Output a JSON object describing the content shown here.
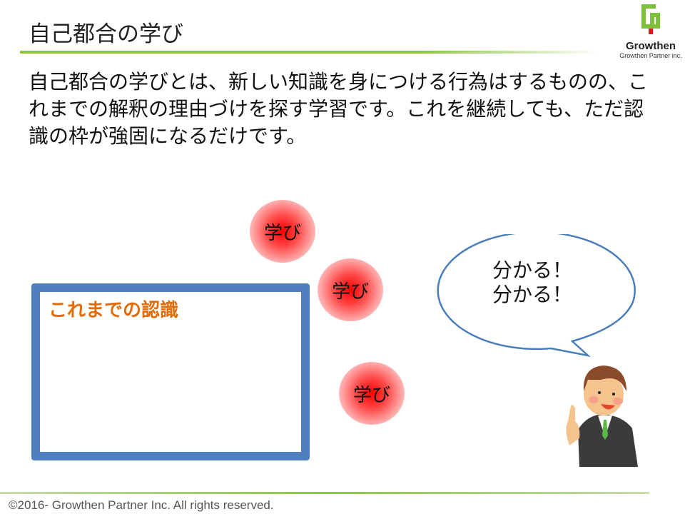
{
  "slide": {
    "title": "自己都合の学び",
    "body": "自己都合の学びとは、新しい知識を身につける行為はするものの、これまでの解釈の理由づけを探す学習です。これを継続しても、ただ認識の枠が強固になるだけです。",
    "box_label": "これまでの認識",
    "bubbles": [
      "学び",
      "学び",
      "学び"
    ],
    "speech_lines": [
      "分かる！",
      "分かる！"
    ]
  },
  "logo": {
    "name": "Growthen",
    "sub": "Growthen Partner inc."
  },
  "footer": "©2016- Growthen Partner Inc. All rights reserved.",
  "colors": {
    "accent_green": "#8cc63f",
    "box_blue": "#4f7fbe",
    "label_orange": "#e36c09"
  }
}
